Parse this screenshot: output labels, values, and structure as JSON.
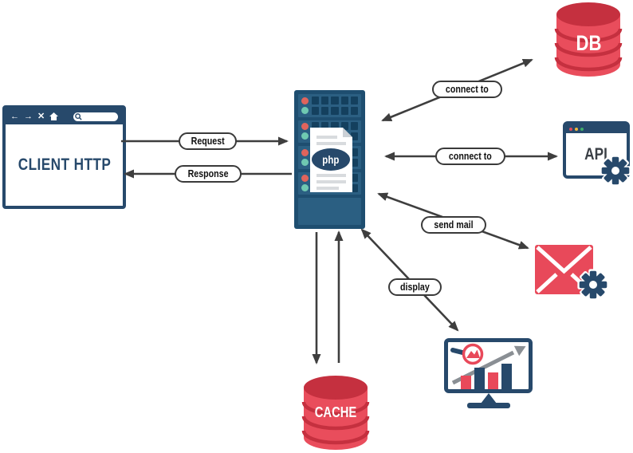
{
  "diagram": {
    "client": {
      "title": "CLIENT HTTP"
    },
    "server": {
      "doc_label": "php"
    },
    "db": {
      "label": "DB"
    },
    "api": {
      "label": "API"
    },
    "mail": {
      "label": ""
    },
    "monitor": {
      "label": ""
    },
    "cache": {
      "label": "CACHE"
    },
    "edges": {
      "request": "Request",
      "response": "Response",
      "connect_db": "connect to",
      "connect_api": "connect to",
      "send_mail": "send mail",
      "display": "display"
    },
    "colors": {
      "navy": "#27496B",
      "server_bg": "#1E4E70",
      "server_row": "#2B5F82",
      "server_square": "#14405E",
      "led_red": "#E0645C",
      "led_teal": "#6FC9B1",
      "red": "#E94D5C",
      "red_dark": "#C5303F",
      "arrow": "#3E3E3E",
      "dot_red": "#E0485A",
      "dot_yellow": "#F0B93C",
      "dot_green": "#3FAE6A",
      "trend_gray": "#8A8F94"
    }
  }
}
